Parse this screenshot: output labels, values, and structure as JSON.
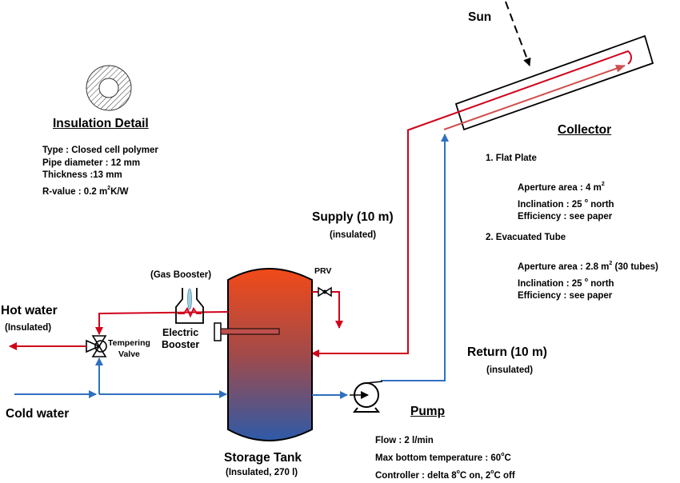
{
  "sun": {
    "label": "Sun"
  },
  "collector": {
    "title": "Collector",
    "options": [
      {
        "heading": "1. Flat Plate",
        "lines": [
          {
            "pre": "Aperture area : 4 m",
            "sup": "2",
            "post": ""
          },
          {
            "pre": "Inclination : 25 ",
            "sup": "o",
            "post": " north"
          },
          {
            "pre": "Efficiency : see paper",
            "sup": "",
            "post": ""
          }
        ]
      },
      {
        "heading": "2. Evacuated Tube",
        "lines": [
          {
            "pre": "Aperture area : 2.8 m",
            "sup": "2",
            "post": " (30 tubes)"
          },
          {
            "pre": "Inclination : 25 ",
            "sup": "o",
            "post": " north"
          },
          {
            "pre": "Efficiency : see paper",
            "sup": "",
            "post": ""
          }
        ]
      }
    ]
  },
  "insulation": {
    "title": "Insulation Detail",
    "lines": [
      {
        "pre": "Type : Closed cell polymer",
        "sup": "",
        "post": ""
      },
      {
        "pre": "Pipe diameter : 12 mm",
        "sup": "",
        "post": ""
      },
      {
        "pre": "Thickness :13 mm",
        "sup": "",
        "post": ""
      },
      {
        "pre": "R-value : 0.2 m",
        "sup": "2",
        "post": "K/W"
      }
    ]
  },
  "supply": {
    "label": "Supply (10 m)",
    "note": "(insulated)"
  },
  "return": {
    "label": "Return (10 m)",
    "note": "(insulated)"
  },
  "prv": {
    "label": "PRV"
  },
  "gas_booster": {
    "label": "(Gas Booster)"
  },
  "electric_booster": {
    "line1": "Electric",
    "line2": "Booster"
  },
  "hot_water": {
    "label": "Hot water",
    "note": "(Insulated)"
  },
  "cold_water": {
    "label": "Cold water"
  },
  "tempering_valve": {
    "line1": "Tempering",
    "line2": "Valve"
  },
  "storage_tank": {
    "label": "Storage Tank",
    "note": "(Insulated, 270 l)"
  },
  "pump": {
    "title": "Pump",
    "lines": [
      {
        "pre": "Flow : 2 l/min",
        "sup": "",
        "post": ""
      },
      {
        "pre": "Max bottom temperature : 60",
        "sup": "o",
        "post": "C"
      },
      {
        "pre": "Controller :  delta 8",
        "sup": "o",
        "post": "C on, 2"
      },
      {
        "pre": "",
        "sup": "o",
        "post": "C off"
      }
    ]
  },
  "colors": {
    "hot": "#d0021b",
    "cold": "#2f6fc0",
    "tank_top": "#f24a18",
    "tank_bottom": "#2e5aa8",
    "outline": "#000000"
  }
}
